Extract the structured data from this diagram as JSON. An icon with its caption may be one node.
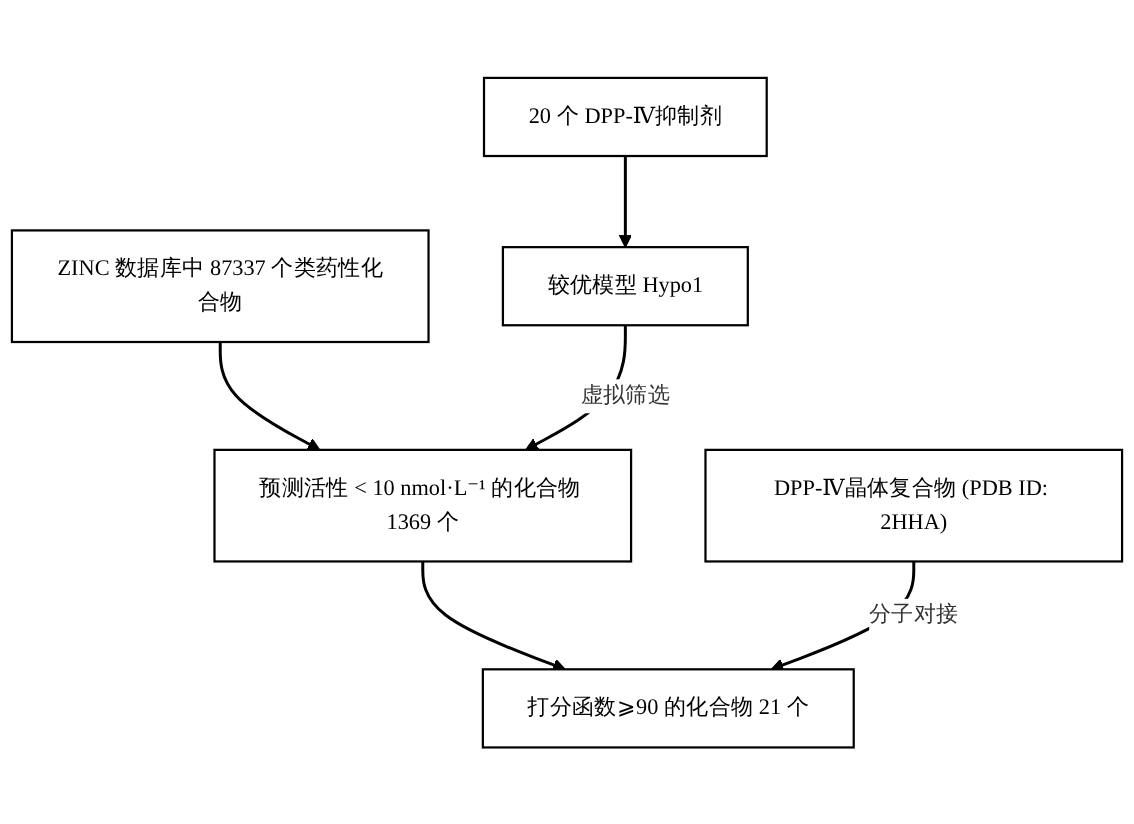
{
  "diagram": {
    "nodes": [
      {
        "text": [
          "ZINC 数据库中 87337 个类药性化合物"
        ]
      },
      {
        "text": [
          "20 个 DPP-Ⅳ抑制剂"
        ]
      },
      {
        "text": [
          "较优模型 Hypo1"
        ]
      },
      {
        "text": [
          "预测活性 < 10 nmol·L⁻¹ 的化合物 1369 个"
        ]
      },
      {
        "text": [
          "DPP-Ⅳ晶体复合物 (PDB ID: 2HHA)"
        ]
      },
      {
        "text": [
          "打分函数⩾90 的化合物 21 个"
        ]
      }
    ],
    "edges": [
      {
        "from": 0,
        "to": 3,
        "arrow": "to"
      },
      {
        "from": 1,
        "to": 2,
        "arrow": "to"
      },
      {
        "from": 2,
        "to": 3,
        "arrow": "to",
        "label": "虚拟筛选"
      },
      {
        "from": 3,
        "to": 5,
        "arrow": "to"
      },
      {
        "from": 4,
        "to": 5,
        "arrow": "to",
        "label": "分子对接"
      }
    ]
  }
}
